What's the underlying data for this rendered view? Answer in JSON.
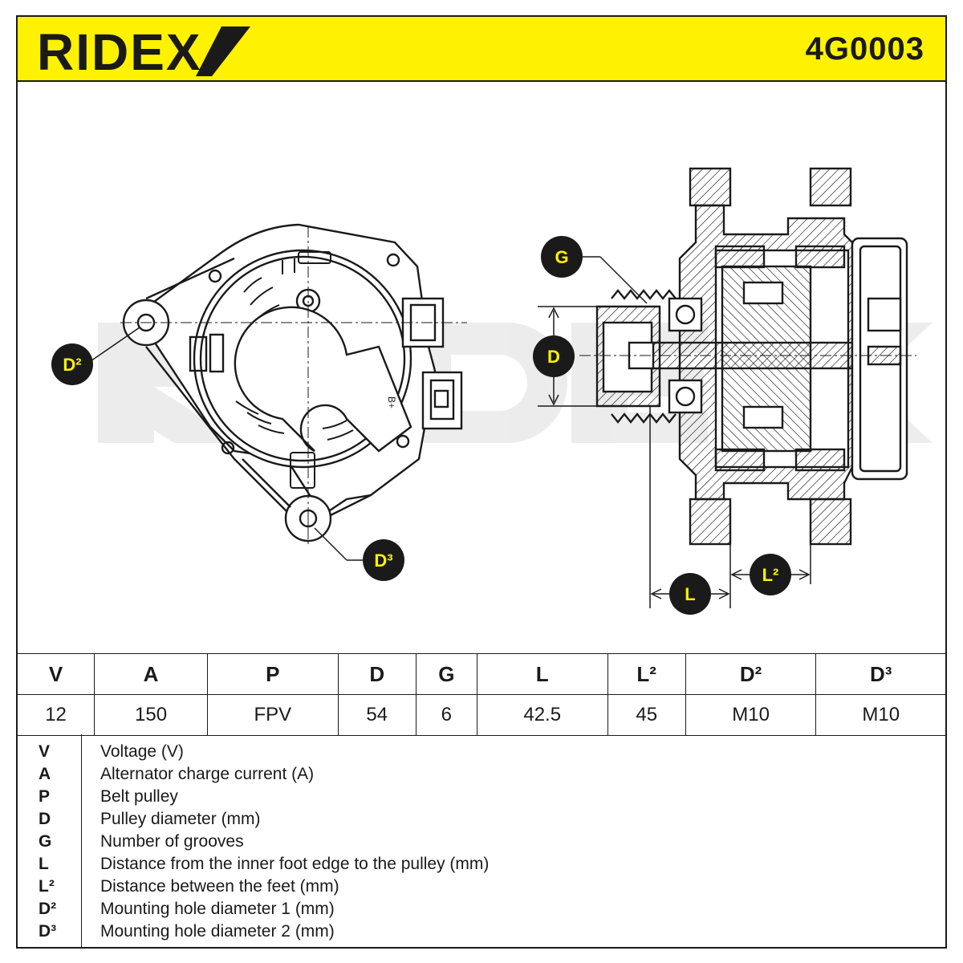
{
  "header": {
    "brand": "RIDEX",
    "part_number": "4G0003"
  },
  "drawing": {
    "callouts": {
      "d2": "D²",
      "d3": "D³",
      "g": "G",
      "d": "D",
      "l": "L",
      "l2": "L²"
    },
    "terminal_label": "B+"
  },
  "specs": {
    "headers": [
      "V",
      "A",
      "P",
      "D",
      "G",
      "L",
      "L²",
      "D²",
      "D³"
    ],
    "values": [
      "12",
      "150",
      "FPV",
      "54",
      "6",
      "42.5",
      "45",
      "M10",
      "M10"
    ]
  },
  "legend": [
    {
      "key": "V",
      "desc": "Voltage (V)"
    },
    {
      "key": "A",
      "desc": "Alternator charge current (A)"
    },
    {
      "key": "P",
      "desc": "Belt pulley"
    },
    {
      "key": "D",
      "desc": "Pulley diameter (mm)"
    },
    {
      "key": "G",
      "desc": "Number of grooves"
    },
    {
      "key": "L",
      "desc": "Distance from the inner foot edge to the pulley (mm)"
    },
    {
      "key": "L²",
      "desc": "Distance between the feet (mm)"
    },
    {
      "key": "D²",
      "desc": "Mounting hole diameter 1 (mm)"
    },
    {
      "key": "D³",
      "desc": "Mounting hole diameter 2 (mm)"
    }
  ],
  "colors": {
    "brand_yellow": "#fff200",
    "ink": "#1a1a1a"
  }
}
